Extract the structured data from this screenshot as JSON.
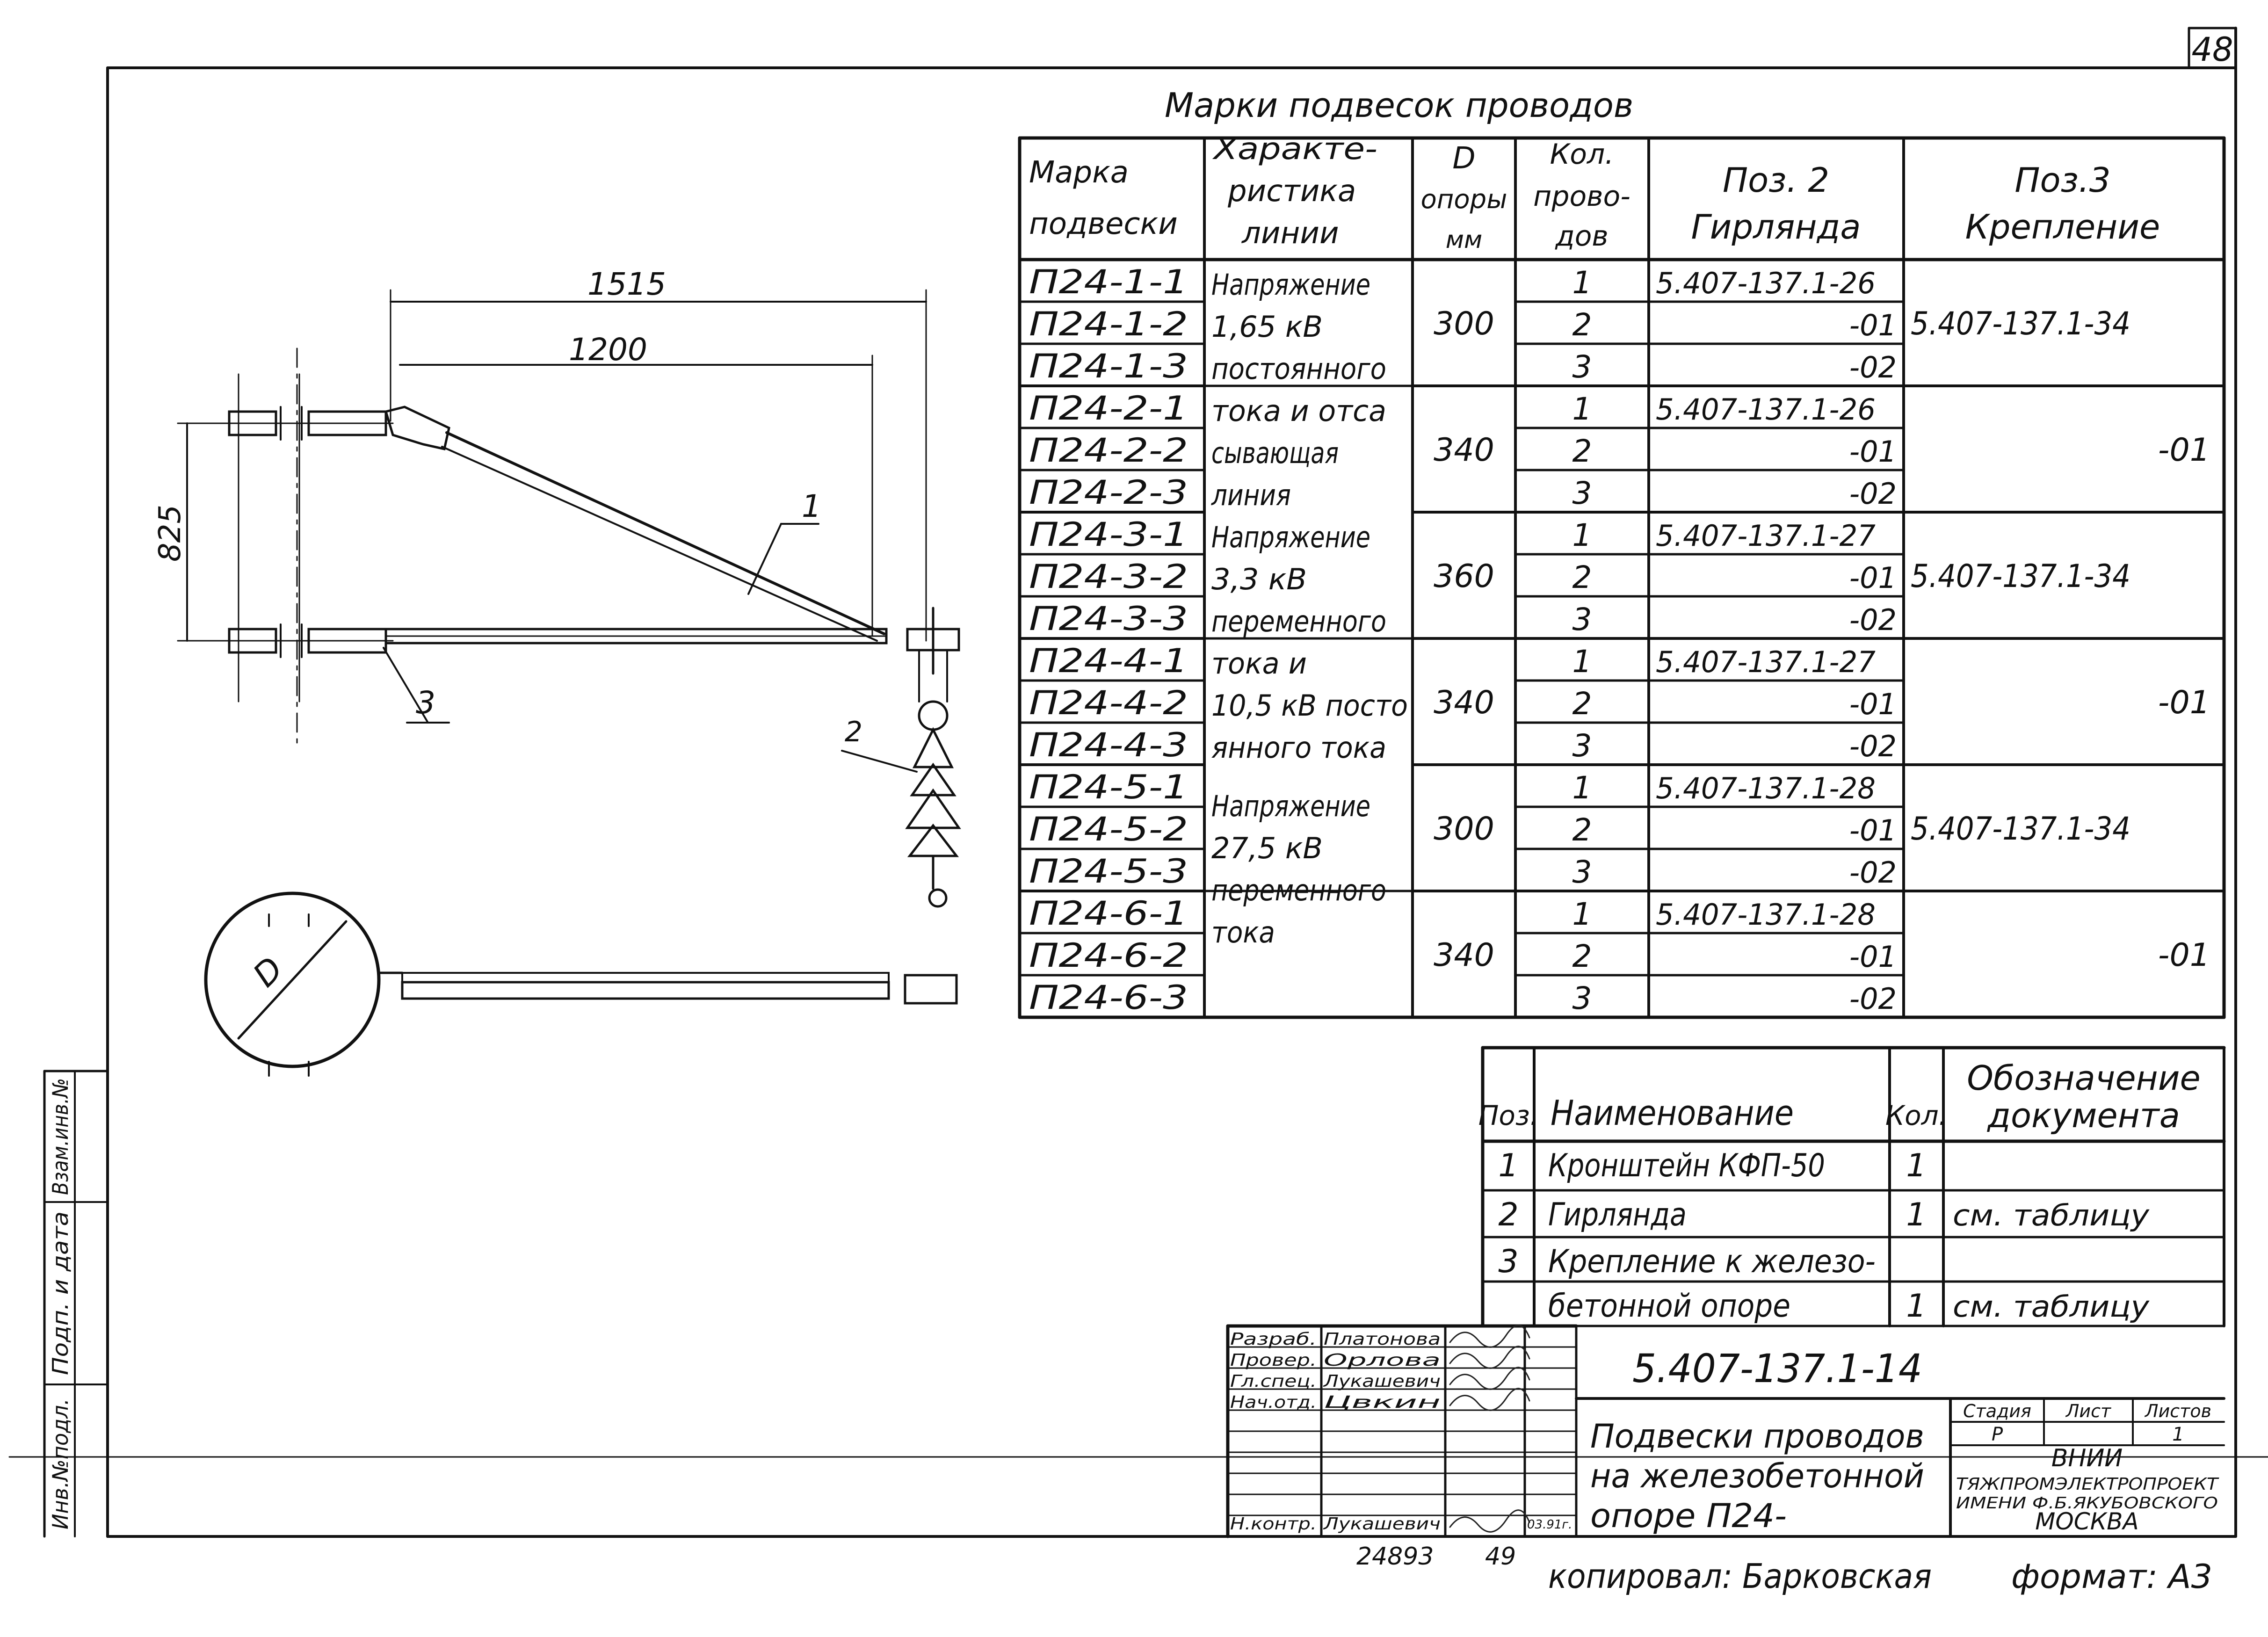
{
  "sheet": {
    "number": "48",
    "copied_by": "копировал: Барковская",
    "format": "формат: А3",
    "inventory_number": "24893",
    "inventory_suffix": "49"
  },
  "suspension_table": {
    "title": "Марки подвесок проводов",
    "headers": {
      "mark": [
        "Марка",
        "подвески"
      ],
      "characteristic": [
        "Характе-",
        "ристика",
        "линии"
      ],
      "diameter": [
        "D",
        "опоры",
        "мм"
      ],
      "wire_count": [
        "Кол.",
        "прово-",
        "дов"
      ],
      "pos2": [
        "Поз. 2",
        "Гирлянда"
      ],
      "pos3": [
        "Поз.3",
        "Крепление"
      ]
    },
    "groups": [
      {
        "characteristic": [
          "Напряжение",
          "1,65 кВ",
          "постоянного"
        ],
        "diameter": "300",
        "pos3": "5.407-137.1-34",
        "rows": [
          {
            "mark": "П24-1-1",
            "wires": "1",
            "pos2": "5.407-137.1-26"
          },
          {
            "mark": "П24-1-2",
            "wires": "2",
            "pos2": "-01"
          },
          {
            "mark": "П24-1-3",
            "wires": "3",
            "pos2": "-02"
          }
        ]
      },
      {
        "characteristic": [
          "тока и отса",
          "сывающая",
          "линия"
        ],
        "diameter": "340",
        "pos3": "-01",
        "rows": [
          {
            "mark": "П24-2-1",
            "wires": "1",
            "pos2": "5.407-137.1-26"
          },
          {
            "mark": "П24-2-2",
            "wires": "2",
            "pos2": "-01"
          },
          {
            "mark": "П24-2-3",
            "wires": "3",
            "pos2": "-02"
          }
        ]
      },
      {
        "characteristic": [
          "Напряжение",
          "3,3 кВ",
          "переменного"
        ],
        "diameter": "360",
        "pos3": "5.407-137.1-34",
        "rows": [
          {
            "mark": "П24-3-1",
            "wires": "1",
            "pos2": "5.407-137.1-27"
          },
          {
            "mark": "П24-3-2",
            "wires": "2",
            "pos2": "-01"
          },
          {
            "mark": "П24-3-3",
            "wires": "3",
            "pos2": "-02"
          }
        ]
      },
      {
        "characteristic": [
          "тока и",
          "10,5 кВ посто",
          "янного тока"
        ],
        "diameter": "340",
        "pos3": "-01",
        "rows": [
          {
            "mark": "П24-4-1",
            "wires": "1",
            "pos2": "5.407-137.1-27"
          },
          {
            "mark": "П24-4-2",
            "wires": "2",
            "pos2": "-01"
          },
          {
            "mark": "П24-4-3",
            "wires": "3",
            "pos2": "-02"
          }
        ]
      },
      {
        "characteristic": [
          "Напряжение",
          "27,5 кВ",
          "переменного",
          "тока"
        ],
        "diameter": "300",
        "pos3": "5.407-137.1-34",
        "rows": [
          {
            "mark": "П24-5-1",
            "wires": "1",
            "pos2": "5.407-137.1-28"
          },
          {
            "mark": "П24-5-2",
            "wires": "2",
            "pos2": "-01"
          },
          {
            "mark": "П24-5-3",
            "wires": "3",
            "pos2": "-02"
          }
        ]
      },
      {
        "characteristic": [],
        "diameter": "340",
        "pos3": "-01",
        "rows": [
          {
            "mark": "П24-6-1",
            "wires": "1",
            "pos2": "5.407-137.1-28"
          },
          {
            "mark": "П24-6-2",
            "wires": "2",
            "pos2": "-01"
          },
          {
            "mark": "П24-6-3",
            "wires": "3",
            "pos2": "-02"
          }
        ]
      }
    ]
  },
  "spec_table": {
    "headers": {
      "pos": "Поз.",
      "name": "Наименование",
      "qty": "Кол.",
      "doc": [
        "Обозначение",
        "документа"
      ]
    },
    "rows": [
      {
        "pos": "1",
        "name": "Кронштейн КФП-50",
        "qty": "1",
        "doc": ""
      },
      {
        "pos": "2",
        "name": "Гирлянда",
        "qty": "1",
        "doc": "см. таблицу"
      },
      {
        "pos": "3",
        "name": "Крепление к железо-",
        "qty": "",
        "doc": ""
      },
      {
        "pos": "",
        "name": "бетонной опоре",
        "qty": "1",
        "doc": "см. таблицу"
      }
    ]
  },
  "drawing": {
    "dim_overall": "1515",
    "dim_inner": "1200",
    "dim_height": "825",
    "callout_1": "1",
    "callout_2": "2",
    "callout_3": "3",
    "diameter_label": "D"
  },
  "title_block": {
    "doc_code": "5.407-137.1-14",
    "title_lines": [
      "Подвески проводов",
      "на железобетонной",
      "опоре П24-"
    ],
    "roles": [
      {
        "role": "Разраб.",
        "name": "Платонова"
      },
      {
        "role": "Провер.",
        "name": "Орлова"
      },
      {
        "role": "Гл.спец.",
        "name": "Лукашевич"
      },
      {
        "role": "Нач.отд.",
        "name": "Цвкин"
      },
      {
        "role": "",
        "name": ""
      },
      {
        "role": "",
        "name": ""
      },
      {
        "role": "Н.контр.",
        "name": "Лукашевич"
      }
    ],
    "date": "03.91г.",
    "stage_header": "Стадия",
    "sheet_header": "Лист",
    "sheets_header": "Листов",
    "stage": "Р",
    "sheets": "1",
    "org_lines": [
      "ВНИИ",
      "ТЯЖПРОМЭЛЕКТРОПРОЕКТ",
      "ИМЕНИ Ф.Б.ЯКУБОВСКОГО",
      "МОСКВА"
    ]
  },
  "side_stamp": {
    "labels": [
      "Инв.№подл.",
      "Подп. и дата",
      "Взам.инв.№"
    ]
  }
}
